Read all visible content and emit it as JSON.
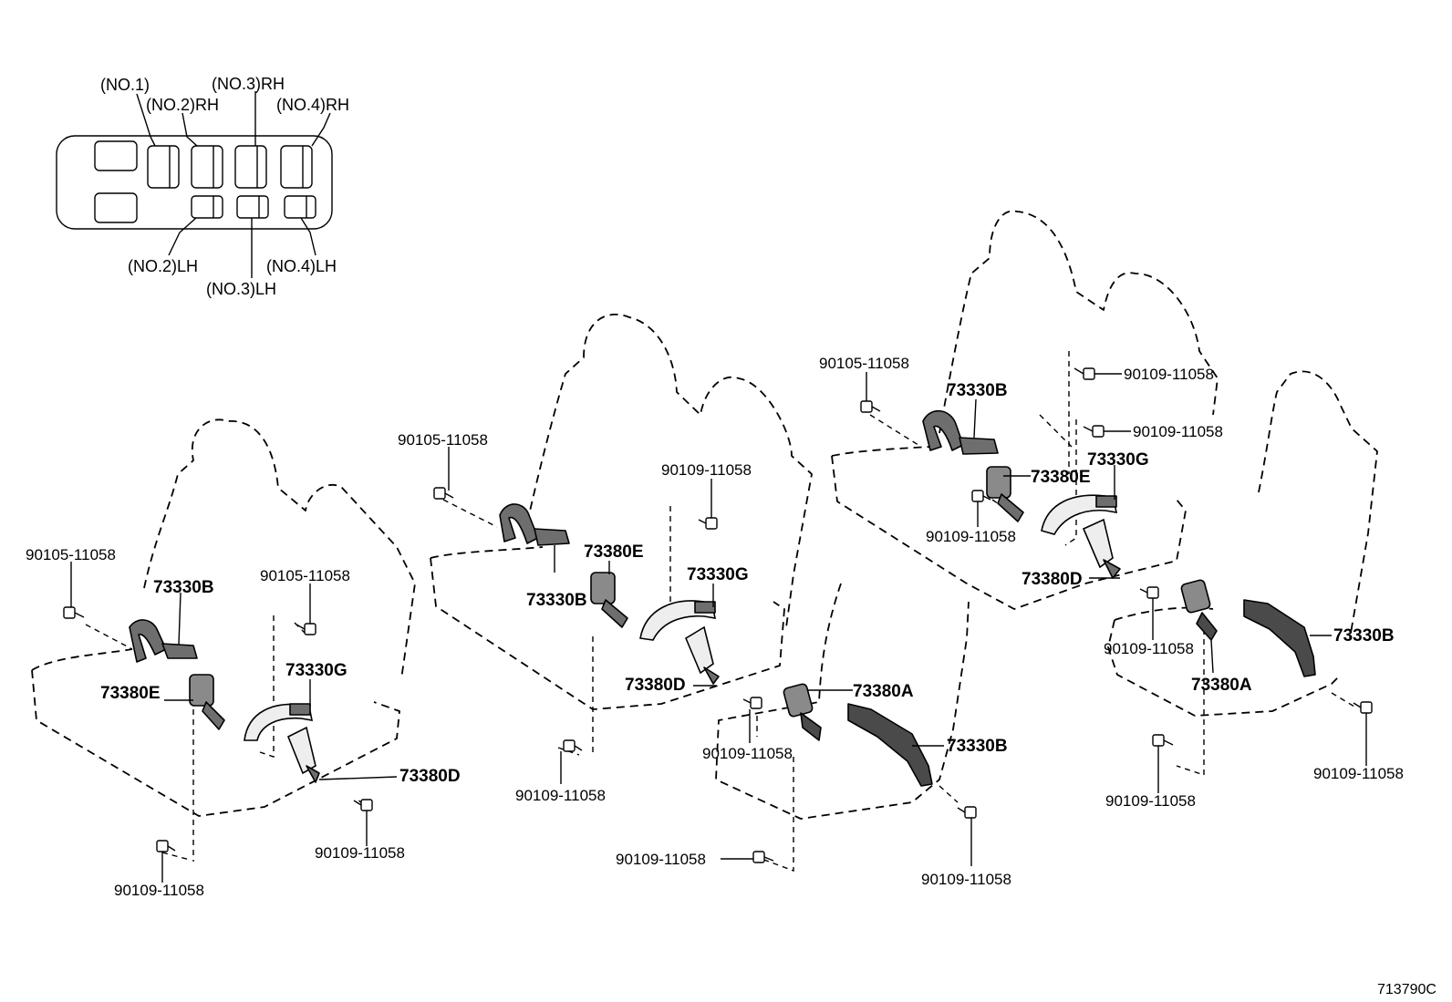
{
  "legend": {
    "positions": [
      "(NO.1)",
      "(NO.2)RH",
      "(NO.3)RH",
      "(NO.4)RH",
      "(NO.2)LH",
      "(NO.3)LH",
      "(NO.4)LH"
    ]
  },
  "callouts": {
    "s1": [
      "90105-11058",
      "73330B",
      "90105-11058",
      "73330G",
      "73380E",
      "73380D",
      "90109-11058",
      "90109-11058"
    ],
    "s2": [
      "90105-11058",
      "90109-11058",
      "73380E",
      "73330G",
      "73330B",
      "73380D",
      "73380A",
      "90109-11058",
      "73330B",
      "90109-11058",
      "90109-11058",
      "90109-11058"
    ],
    "s3": [
      "90105-11058",
      "73330B",
      "90109-11058",
      "90109-11058",
      "73380E",
      "73330G",
      "90109-11058",
      "73380D",
      "73330B",
      "90109-11058",
      "73380A",
      "90109-11058",
      "90109-11058"
    ]
  },
  "footer": {
    "code": "713790C"
  }
}
